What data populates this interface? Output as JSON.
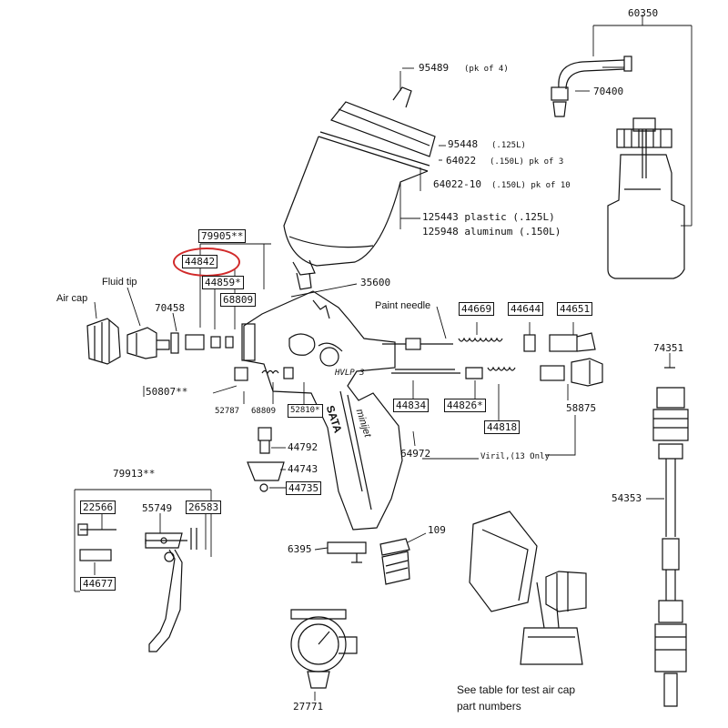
{
  "highlight_color": "#d12a2a",
  "labels": {
    "p60350": "60350",
    "p95489": "95489",
    "p95489_note": "(pk of 4)",
    "p70400": "70400",
    "p95448": "95448",
    "p95448_note": "(.125L)",
    "p64022": "64022",
    "p64022_note": "(.150L) pk of 3",
    "p64022_10": "64022-10",
    "p64022_10_note": "(.150L) pk of 10",
    "p125443": "125443 plastic (.125L)",
    "p125948": "125948 aluminum (.150L)",
    "p79905": "79905**",
    "p44842": "44842",
    "p44859": "44859*",
    "p68809a": "68809",
    "p35600": "35600",
    "fluid_tip": "Fluid tip",
    "air_cap": "Air cap",
    "p70458": "70458",
    "paint_needle": "Paint needle",
    "p44669": "44669",
    "p44644": "44644",
    "p44651": "44651",
    "p74351": "74351",
    "p50807": "50807**",
    "p52787": "52787",
    "p68809b": "68809",
    "p52810": "52810*",
    "p44834": "44834",
    "p44826": "44826*",
    "p58875": "58875",
    "p44818": "44818",
    "p44792": "44792",
    "p64972": "64972",
    "viril_note": "Viril,(13 Only",
    "p44743": "44743",
    "p44735": "44735",
    "p79913": "79913**",
    "p54353": "54353",
    "p22566": "22566",
    "p55749": "55749",
    "p26583": "26583",
    "p109": "109",
    "p6395": "6395",
    "p44677": "44677",
    "p27771": "27771",
    "footnote_1": "See table for test air cap",
    "footnote_2": "part numbers",
    "brand": "SATA",
    "model": "minijet",
    "gun_mark": "HVLP 3"
  }
}
